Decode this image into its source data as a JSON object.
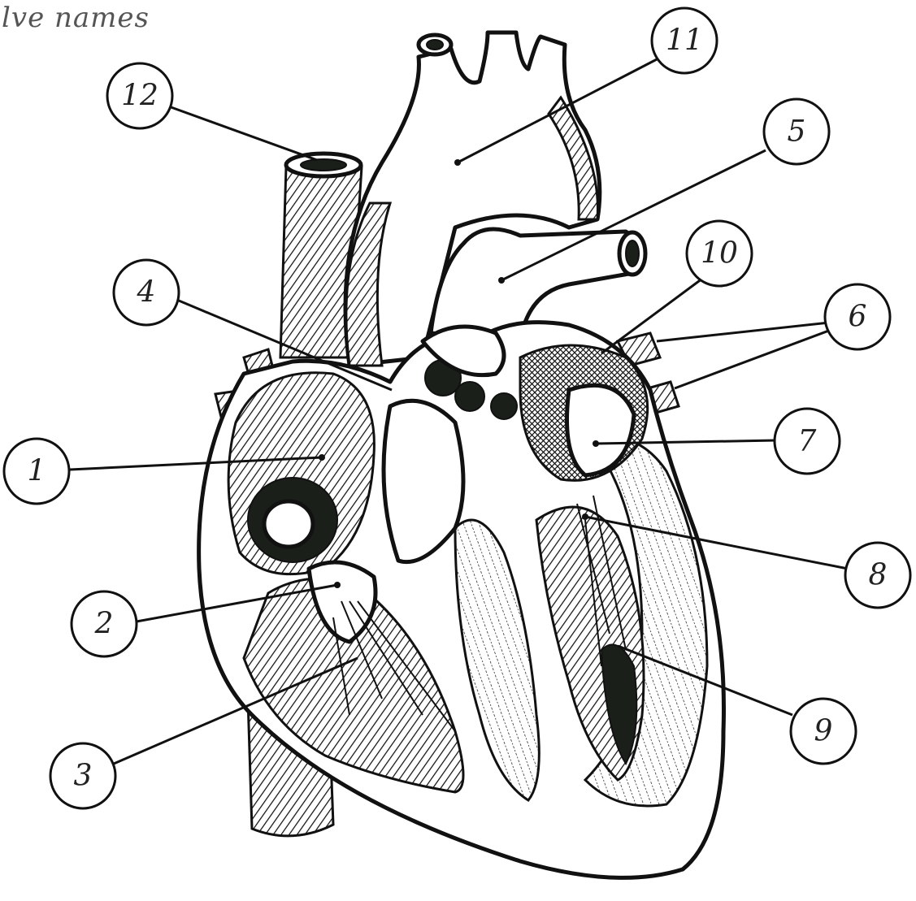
{
  "heading_fragment": "lve names",
  "labels": [
    "1",
    "2",
    "3",
    "4",
    "5",
    "6",
    "7",
    "8",
    "9",
    "10",
    "11",
    "12"
  ]
}
